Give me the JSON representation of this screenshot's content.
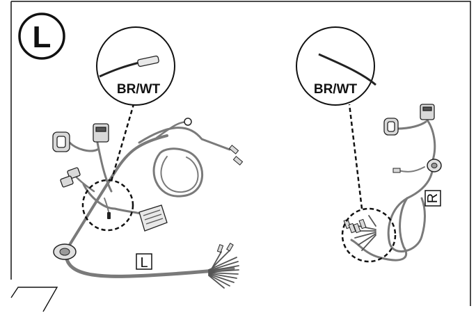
{
  "badge": {
    "letter": "L"
  },
  "callouts": {
    "left": {
      "wire_label": "BR/WT"
    },
    "right": {
      "wire_label": "BR/WT"
    }
  },
  "harness_tags": {
    "left": "L",
    "right": "R"
  },
  "colors": {
    "line": "#111111",
    "wire": "#7a7a7a",
    "wire_light": "#b0b0b0",
    "connector_fill": "#d9d9d9"
  }
}
